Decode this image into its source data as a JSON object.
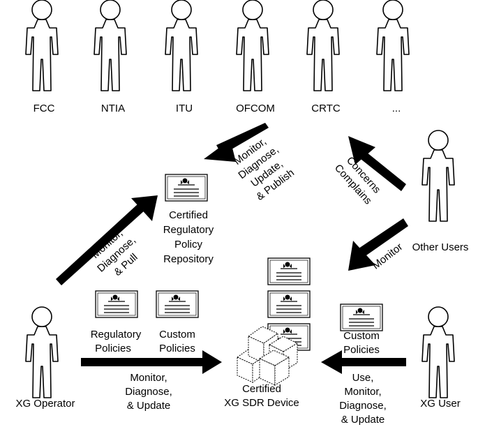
{
  "regulators": [
    "FCC",
    "NTIA",
    "ITU",
    "OFCOM",
    "CRTC",
    "..."
  ],
  "repository": {
    "lines": [
      "Certified",
      "Regulatory",
      "Policy",
      "Repository"
    ]
  },
  "operator": {
    "label": "XG Operator"
  },
  "user": {
    "label": "XG User"
  },
  "other_users": {
    "label": "Other Users"
  },
  "device": {
    "lines": [
      "Certified",
      "XG SDR Device"
    ]
  },
  "policies": {
    "regulatory": [
      "Regulatory",
      "Policies"
    ],
    "custom": [
      "Custom",
      "Policies"
    ],
    "user_custom": [
      "Custom",
      "Policies"
    ]
  },
  "arrows": {
    "regulators_to_repo": [
      "Monitor,",
      "Diagnose,",
      "Update,",
      "& Publish"
    ],
    "operator_to_repo": [
      "Monitor,",
      "Diagnose,",
      "& Pull"
    ],
    "others_to_regulators": [
      "Concerns",
      "Complains"
    ],
    "others_to_device": [
      "Monitor"
    ],
    "operator_to_device": [
      "Monitor,",
      "Diagnose,",
      "& Update"
    ],
    "user_to_device": [
      "Use,",
      "Monitor,",
      "Diagnose,",
      "& Update"
    ]
  },
  "icons": {
    "person": "person-outline-icon",
    "certificate": "certificate-icon",
    "device": "stacked-cubes-icon"
  }
}
